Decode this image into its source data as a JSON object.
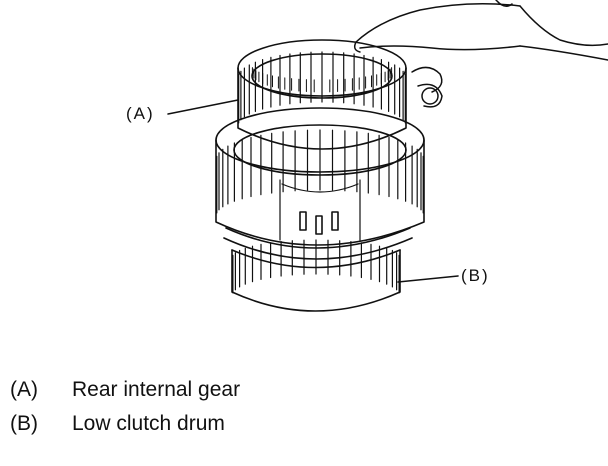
{
  "callouts": {
    "a": "(A)",
    "b": "(B)"
  },
  "legend": [
    {
      "key": "(A)",
      "label": "Rear internal gear"
    },
    {
      "key": "(B)",
      "label": "Low clutch drum"
    }
  ],
  "colors": {
    "ink": "#111111",
    "background": "#ffffff"
  }
}
